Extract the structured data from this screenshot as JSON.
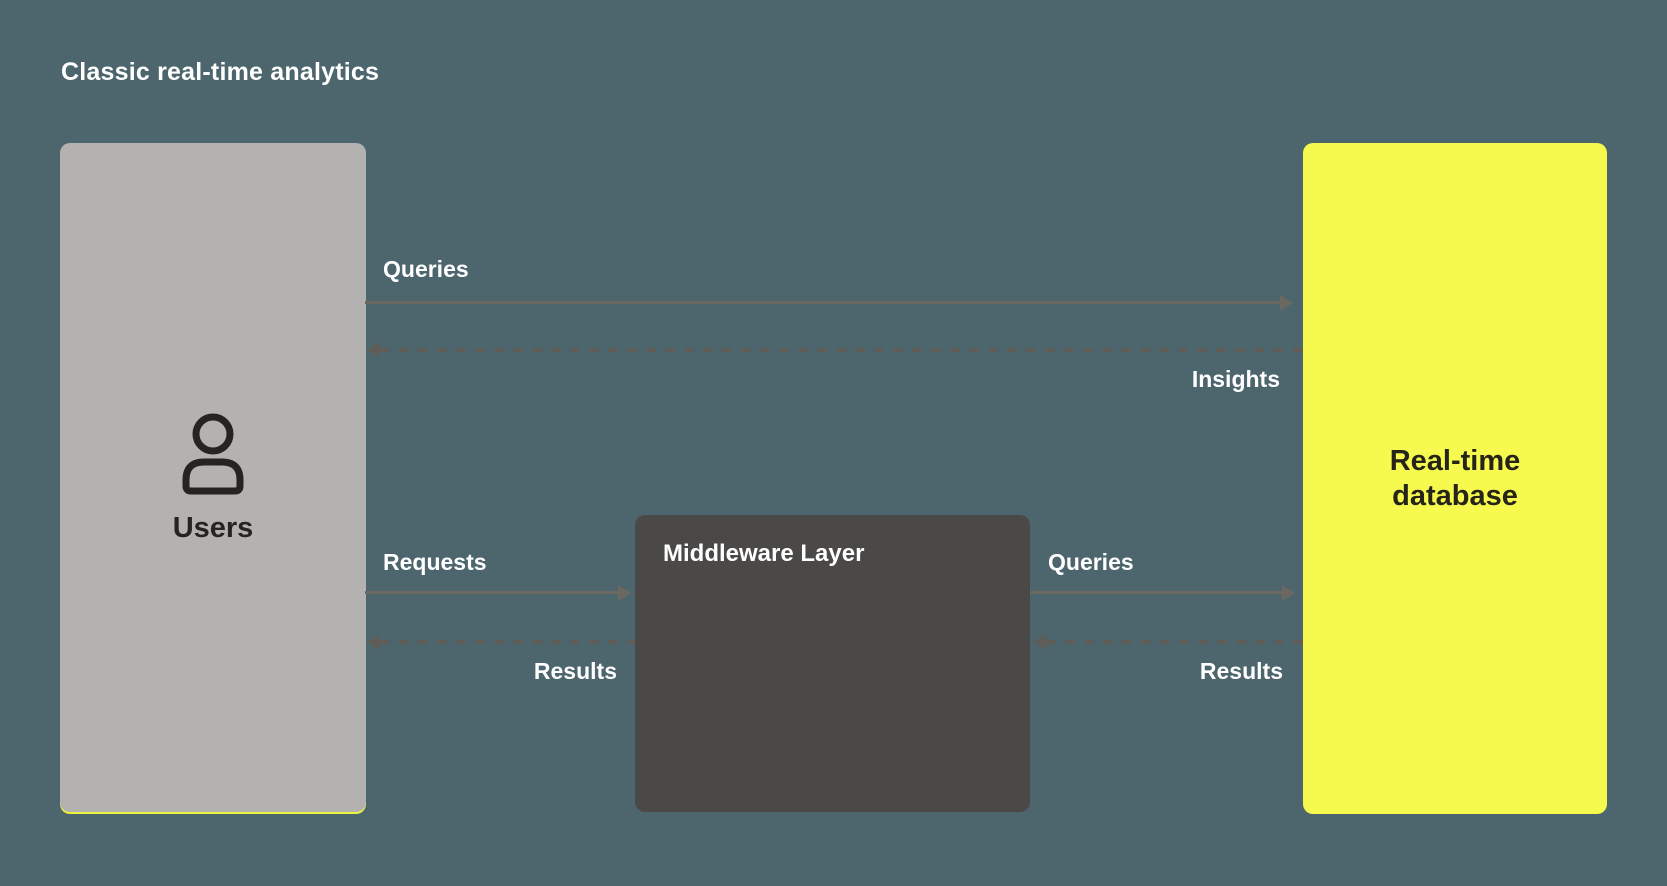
{
  "title": "Classic real-time analytics",
  "colors": {
    "background": "#4d666d",
    "users_box": "#b3b2b1",
    "users_box_underline": "#eef23f",
    "middleware_box": "#4b4947",
    "database_box": "#f6fa4e",
    "solid_arrow": "#6b6862",
    "dashed_arrow": "#5f5d57",
    "light_text": "#ffffff",
    "dark_text": "#262321"
  },
  "nodes": {
    "users": {
      "label": "Users",
      "icon": "person-icon"
    },
    "middleware": {
      "label": "Middleware Layer"
    },
    "database": {
      "label": "Real-time database",
      "label_line1": "Real-time",
      "label_line2": "database"
    }
  },
  "arrows": [
    {
      "label": "Queries",
      "from": "users",
      "to": "database",
      "style": "solid",
      "direction": "right"
    },
    {
      "label": "Insights",
      "from": "database",
      "to": "users",
      "style": "dashed",
      "direction": "left"
    },
    {
      "label": "Requests",
      "from": "users",
      "to": "middleware",
      "style": "solid",
      "direction": "right"
    },
    {
      "label": "Results",
      "from": "middleware",
      "to": "users",
      "style": "dashed",
      "direction": "left"
    },
    {
      "label": "Queries",
      "from": "middleware",
      "to": "database",
      "style": "solid",
      "direction": "right"
    },
    {
      "label": "Results",
      "from": "database",
      "to": "middleware",
      "style": "dashed",
      "direction": "left"
    }
  ]
}
